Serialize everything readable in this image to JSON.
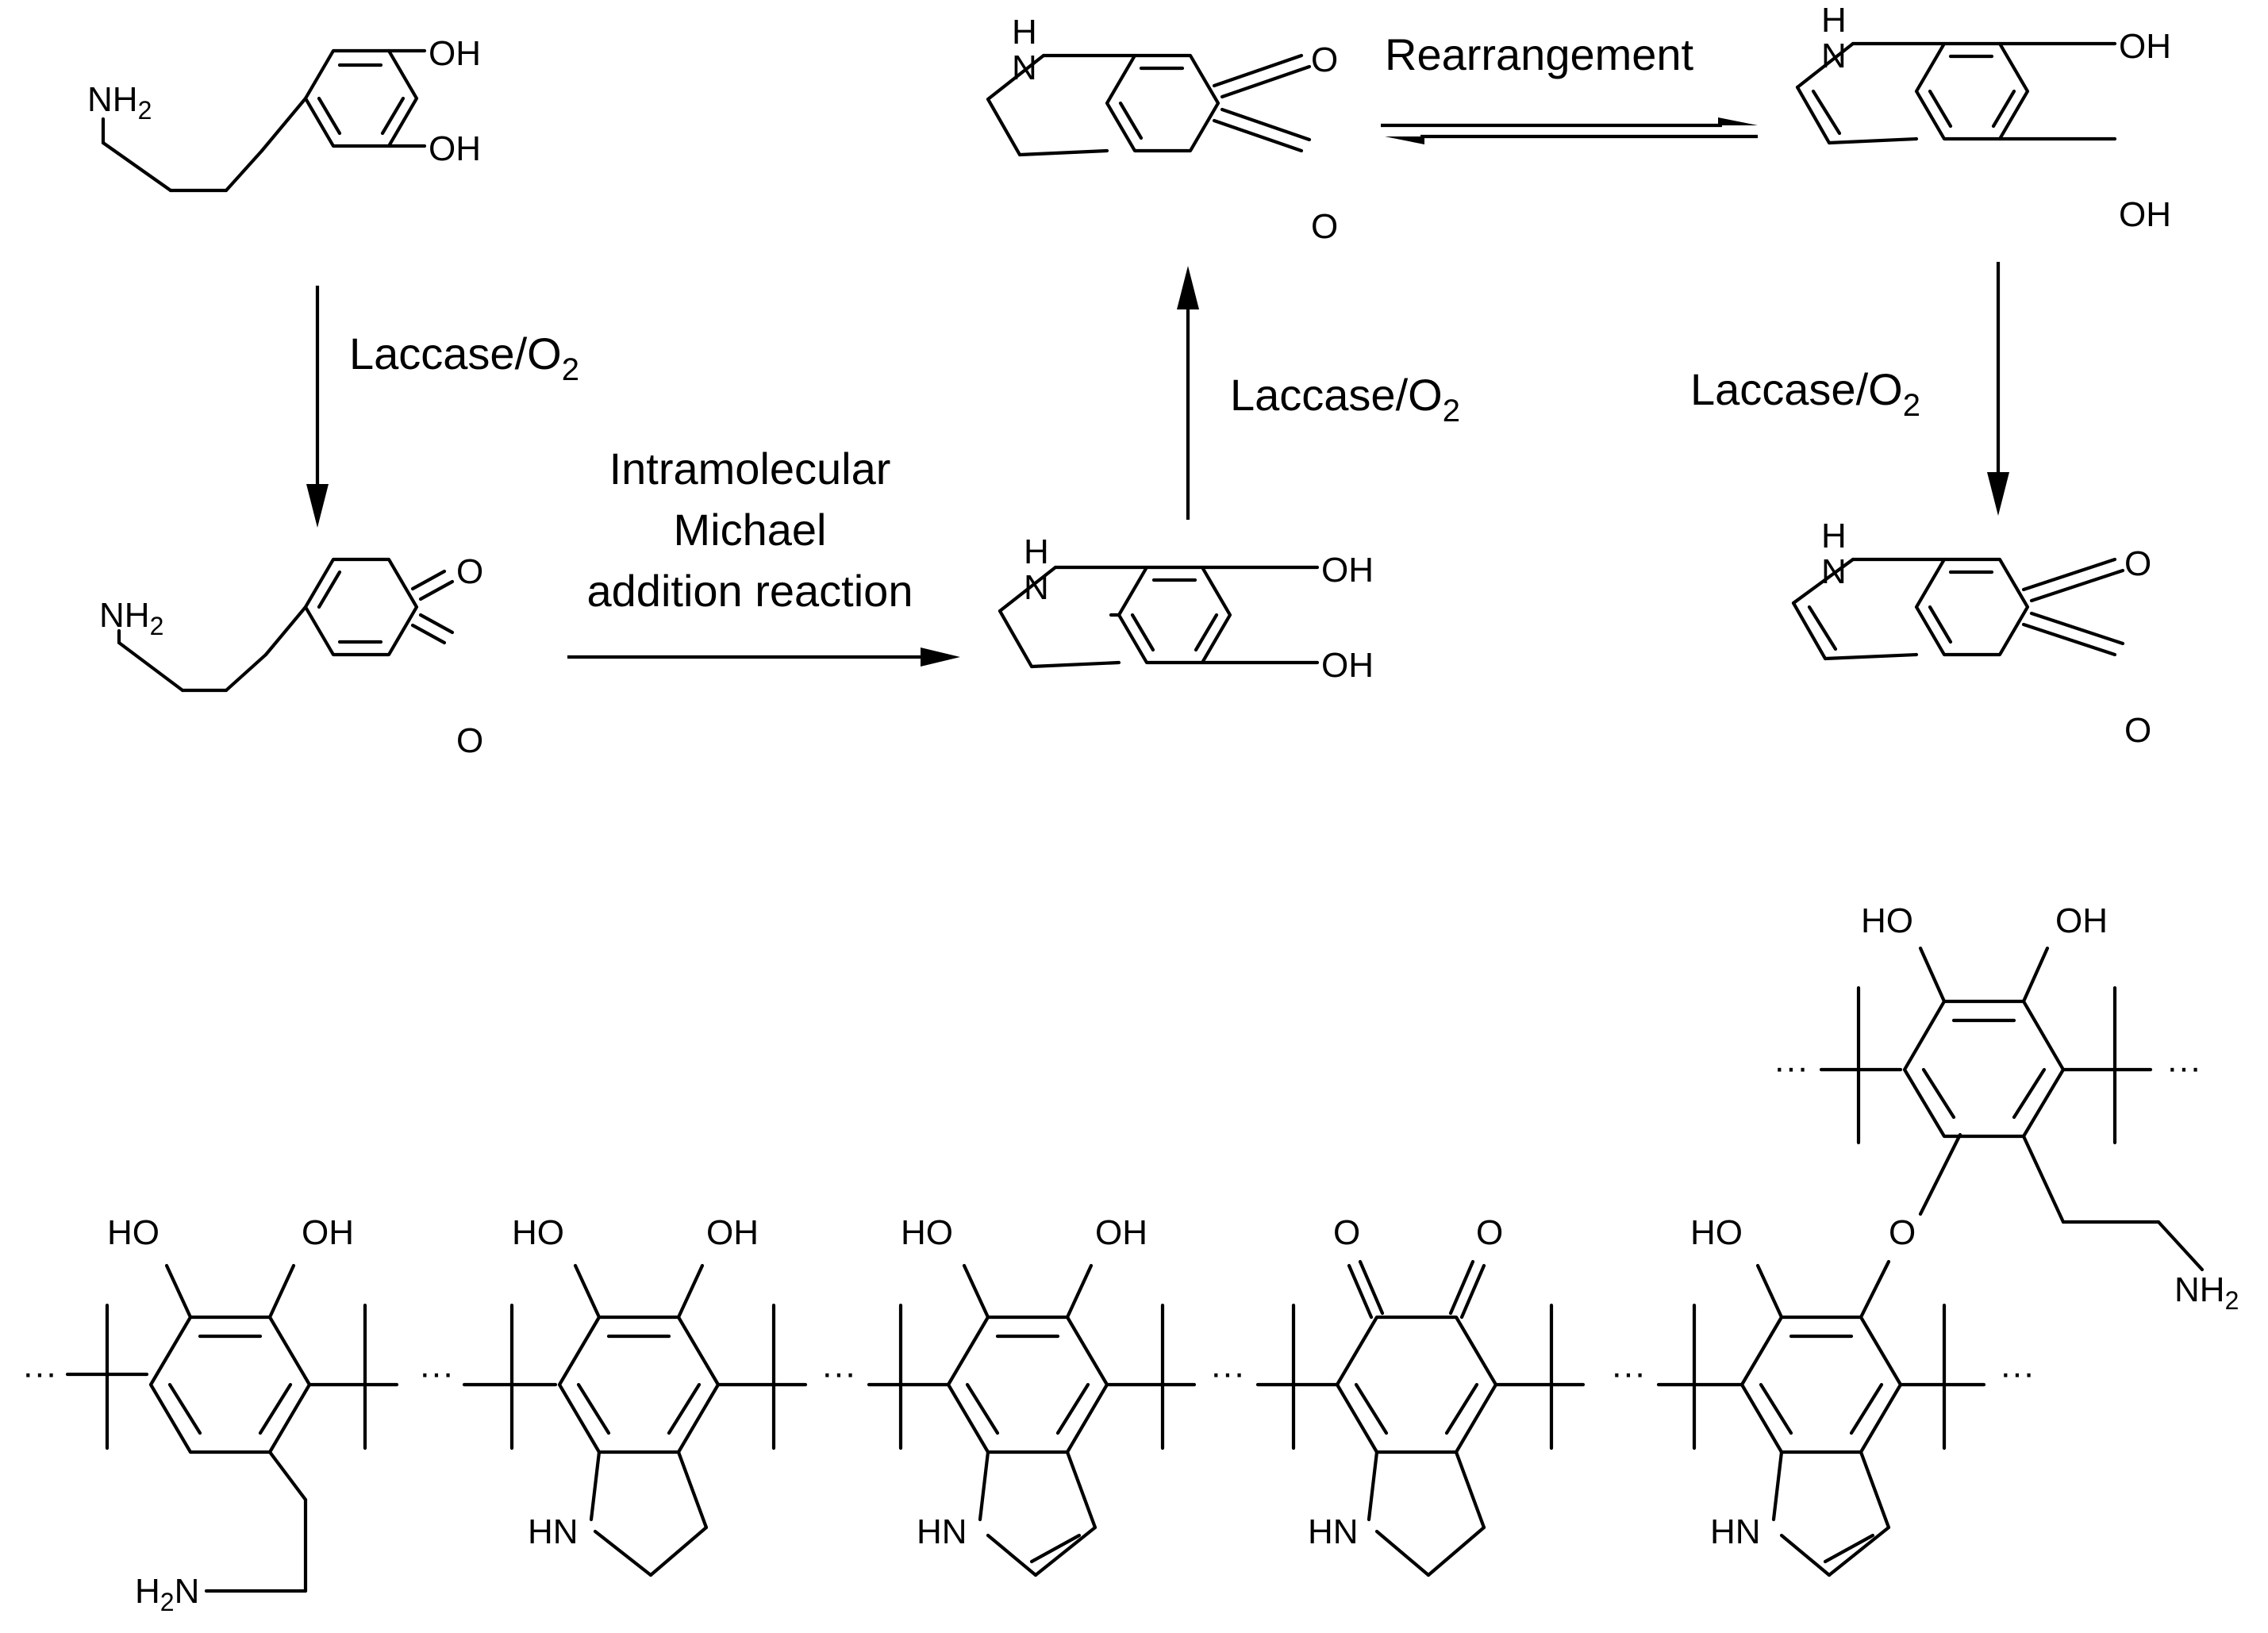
{
  "reactions": {
    "step1": "Laccase/O",
    "step1_sub": "2",
    "step2_line1": "Intramolecular",
    "step2_line2": "Michael",
    "step2_line3": "addition reaction",
    "step3": "Laccase/O",
    "step3_sub": "2",
    "step4": "Rearrangement",
    "step5": "Laccase/O",
    "step5_sub": "2"
  },
  "atoms": {
    "oh": "OH",
    "ho": "HO",
    "o": "O",
    "n": "N",
    "h": "H",
    "nh": "NH",
    "hn": "HN",
    "h2n_h": "H",
    "h2n_n": "N",
    "two": "2",
    "ellipsis": "···"
  }
}
